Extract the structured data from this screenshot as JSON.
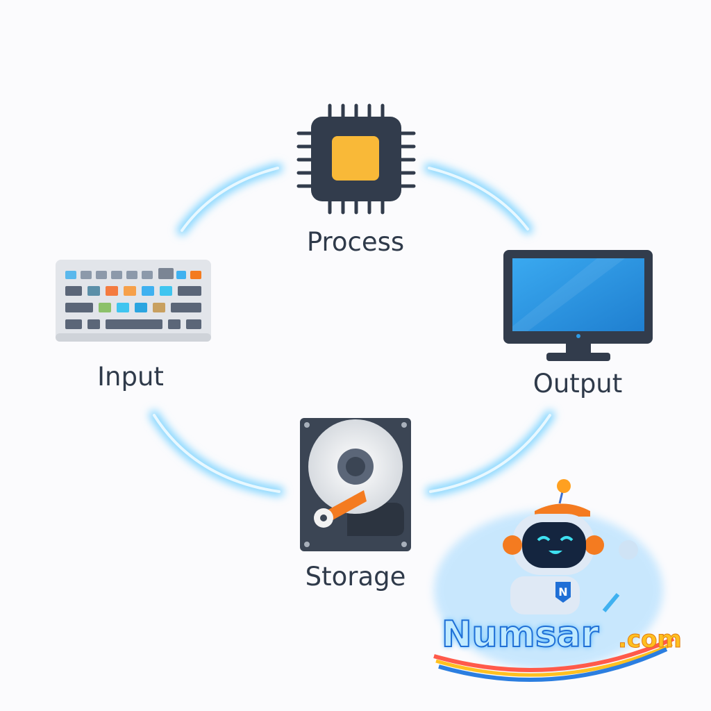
{
  "nodes": {
    "process": {
      "label": "Process",
      "icon": "cpu-chip-icon"
    },
    "output": {
      "label": "Output",
      "icon": "monitor-icon"
    },
    "storage": {
      "label": "Storage",
      "icon": "hard-drive-icon"
    },
    "input": {
      "label": "Input",
      "icon": "keyboard-icon"
    }
  },
  "logo": {
    "name": "Numsar",
    "suffix": ".com",
    "badge": "N"
  },
  "colors": {
    "arrow_glow": "#7fd4ff",
    "chip_core": "#f9b938",
    "dark": "#323c4c",
    "screen": "#2e9be6",
    "accent_orange": "#f47b20"
  }
}
